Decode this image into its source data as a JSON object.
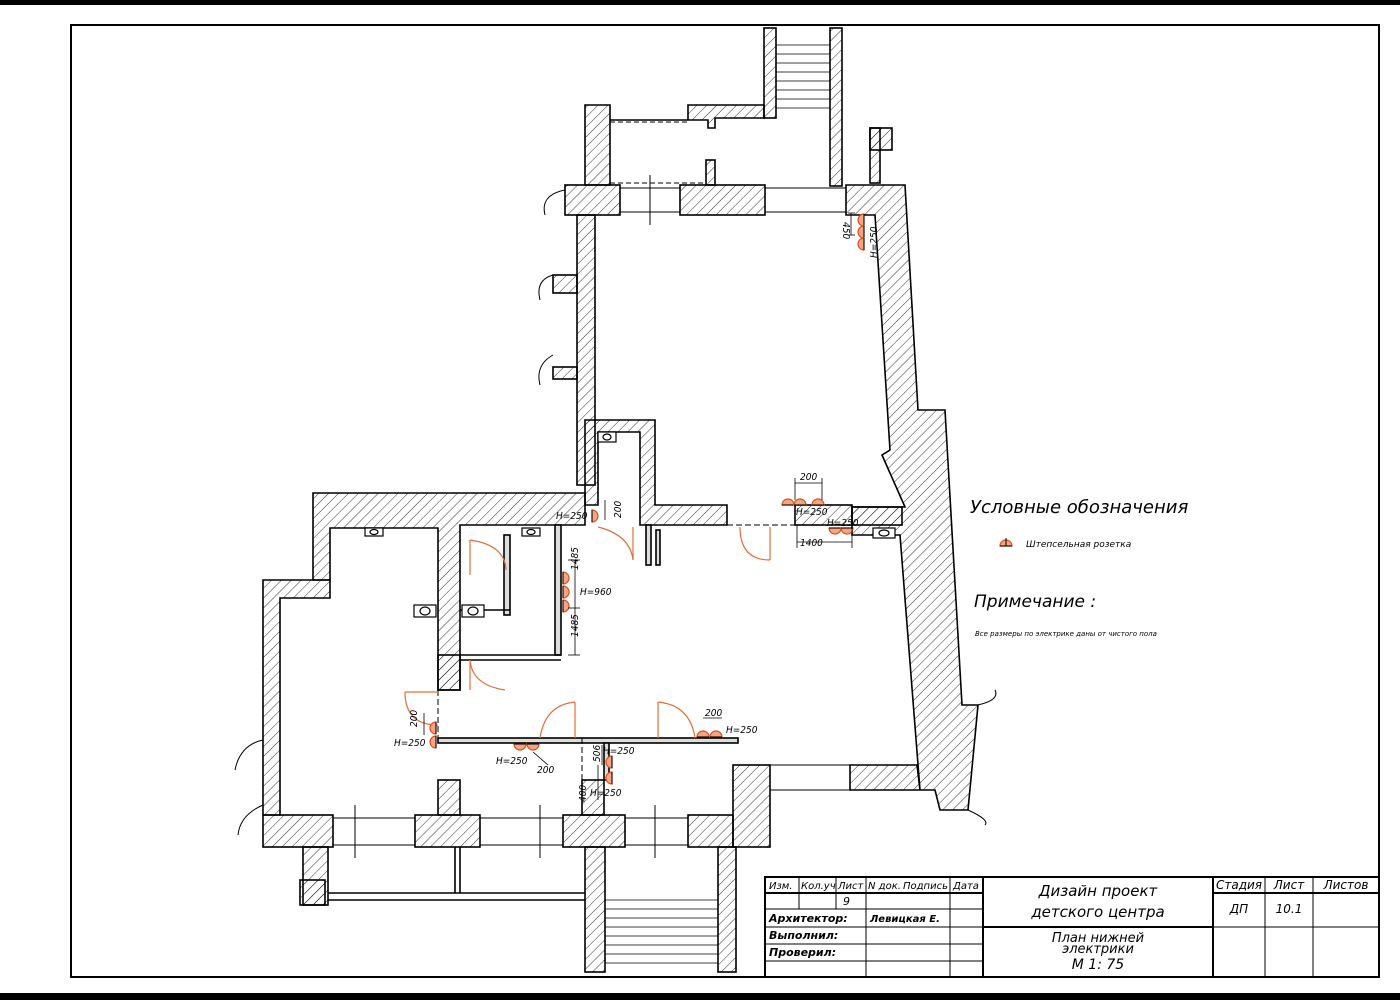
{
  "legend": {
    "title": "Условные обозначения",
    "socket_label": "Штепсельная розетка",
    "note_title": "Примечание :",
    "note_text": "Все размеры по электрике даны от чистого пола"
  },
  "dimensions": {
    "d200_top": "200",
    "d450": "450",
    "h250_right": "H=250",
    "h250_a": "H=250",
    "d200_b": "200",
    "h250_b": "H=250",
    "d200_c": "200",
    "h250_c": "H=250",
    "d1400": "1400",
    "d1485_a": "1485",
    "d1485_b": "1485",
    "h960": "H=960",
    "d200_left": "200",
    "h250_left": "H=250",
    "h250_bl": "H=250",
    "d200_bl": "200",
    "d506": "506",
    "h250_bm1": "H=250",
    "d400": "400",
    "h250_bm2": "H=250",
    "d200_br": "200",
    "h250_br": "H=250"
  },
  "title_block": {
    "headers": [
      "Изм.",
      "Кол.уч",
      "Лист",
      "N док.",
      "Подпись",
      "Дата"
    ],
    "sheet_num_cell": "9",
    "roles": [
      "Архитектор:",
      "Выполнил:",
      "Проверил:"
    ],
    "architect_name": "Левицкая Е.",
    "project_line1": "Дизайн проект",
    "project_line2": "детского центра",
    "drawing_line1": "План нижней",
    "drawing_line2": "электрики",
    "scale": "М 1: 75",
    "stage_label": "Стадия",
    "sheet_label": "Лист",
    "sheets_label": "Листов",
    "stage_value": "ДП",
    "sheet_value": "10.1",
    "sheets_value": ""
  },
  "colors": {
    "line": "#000000",
    "socket_fill": "#f4a582",
    "socket_stroke": "#d94f1e",
    "door": "#e0703a"
  }
}
